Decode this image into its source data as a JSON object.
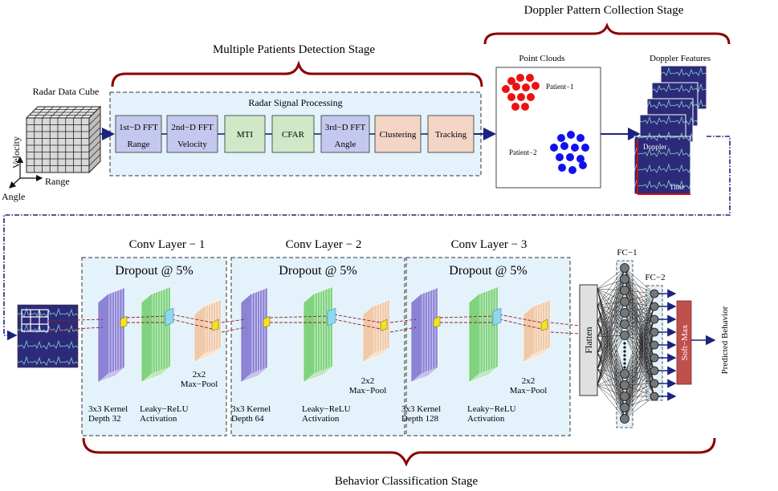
{
  "stages": {
    "detection": "Multiple Patients Detection Stage",
    "doppler": "Doppler Pattern Collection Stage",
    "classification": "Behavior Classification Stage"
  },
  "radar_cube": {
    "title": "Radar Data Cube",
    "axis_velocity": "Velocity",
    "axis_range": "Range",
    "axis_angle": "Angle"
  },
  "signal_processing": {
    "title": "Radar Signal Processing",
    "blocks": [
      {
        "line1": "1st−D FFT",
        "line2": "Range"
      },
      {
        "line1": "2nd−D FFT",
        "line2": "Velocity"
      },
      {
        "line1": "MTI",
        "line2": ""
      },
      {
        "line1": "CFAR",
        "line2": ""
      },
      {
        "line1": "3rd−D FFT",
        "line2": "Angle"
      },
      {
        "line1": "Clustering",
        "line2": ""
      },
      {
        "line1": "Tracking",
        "line2": ""
      }
    ]
  },
  "point_clouds": {
    "title": "Point Clouds",
    "patient1": "Patient−1",
    "patient2": "Patient−2",
    "color1": "#ee1111",
    "color2": "#1111ee"
  },
  "doppler_features": {
    "title": "Doppler Features",
    "y_label": "Doppler",
    "x_label": "Time"
  },
  "conv_layers": [
    {
      "title": "Conv Layer − 1",
      "dropout": "Dropout @ 5%",
      "kernel": "3x3 Kernel",
      "depth": "Depth 32",
      "act1": "Leaky−ReLU",
      "act2": "Activation",
      "pool1": "2x2",
      "pool2": "Max−Pool"
    },
    {
      "title": "Conv Layer − 2",
      "dropout": "Dropout @ 5%",
      "kernel": "3x3 Kernel",
      "depth": "Depth 64",
      "act1": "Leaky−ReLU",
      "act2": "Activation",
      "pool1": "2x2",
      "pool2": "Max−Pool"
    },
    {
      "title": "Conv Layer − 3",
      "dropout": "Dropout @ 5%",
      "kernel": "3x3 Kernel",
      "depth": "Depth 128",
      "act1": "Leaky−ReLU",
      "act2": "Activation",
      "pool1": "2x2",
      "pool2": "Max−Pool"
    }
  ],
  "head": {
    "flatten": "Flatten",
    "fc1": "FC−1",
    "fc2": "FC−2",
    "softmax": "Soft−Max",
    "output": "Predicted Behavior"
  },
  "colors": {
    "panel_fill": "#e3f2fb",
    "arrow": "#1a237e",
    "brace": "#8b0000",
    "fft_block": "#c5c8ee",
    "mti_block": "#cfe8c8",
    "cluster_block": "#f3d5c6",
    "conv_purple": "#8c83d6",
    "conv_green": "#7fd37f",
    "pool_peach": "#f0c9a8",
    "softmax": "#c0504d",
    "spectrogram": "#2d2a7a"
  }
}
